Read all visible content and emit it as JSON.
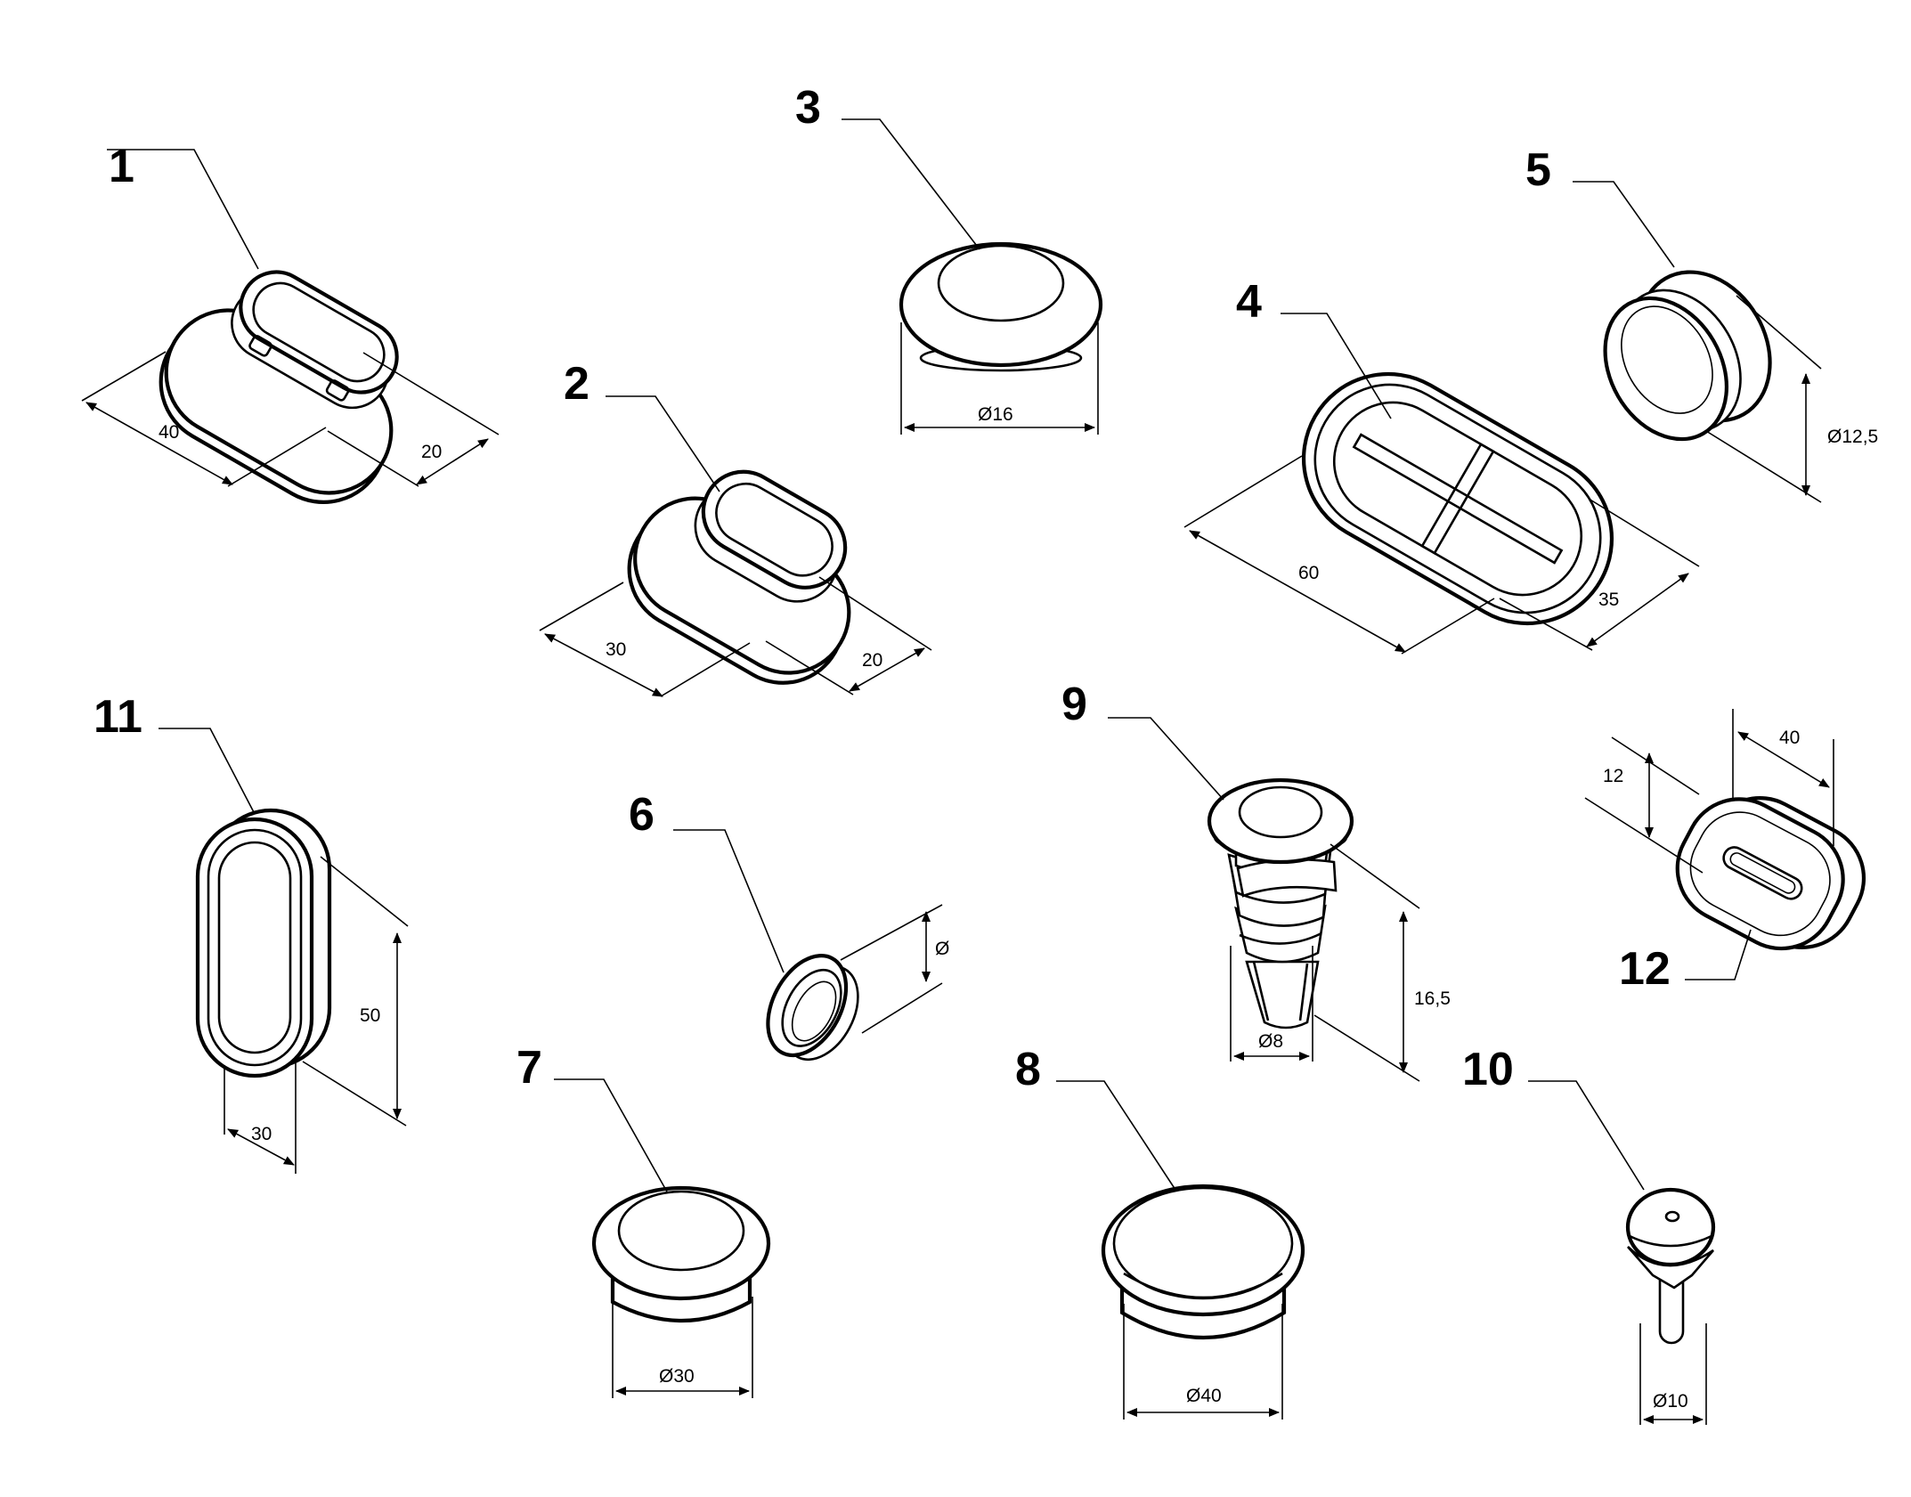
{
  "diagram": {
    "parts": [
      {
        "number": "1",
        "dimensions": [
          "40",
          "20"
        ]
      },
      {
        "number": "2",
        "dimensions": [
          "30",
          "20"
        ]
      },
      {
        "number": "3",
        "dimensions": [
          "Ø16"
        ]
      },
      {
        "number": "4",
        "dimensions": [
          "60",
          "35"
        ]
      },
      {
        "number": "5",
        "dimensions": [
          "Ø12,5"
        ]
      },
      {
        "number": "6",
        "dimensions": [
          "Ø"
        ]
      },
      {
        "number": "7",
        "dimensions": [
          "Ø30"
        ]
      },
      {
        "number": "8",
        "dimensions": [
          "Ø40"
        ]
      },
      {
        "number": "9",
        "dimensions": [
          "16,5",
          "Ø8"
        ]
      },
      {
        "number": "10",
        "dimensions": [
          "Ø10"
        ]
      },
      {
        "number": "11",
        "dimensions": [
          "50",
          "30"
        ]
      },
      {
        "number": "12",
        "dimensions": [
          "40",
          "12"
        ]
      }
    ]
  }
}
